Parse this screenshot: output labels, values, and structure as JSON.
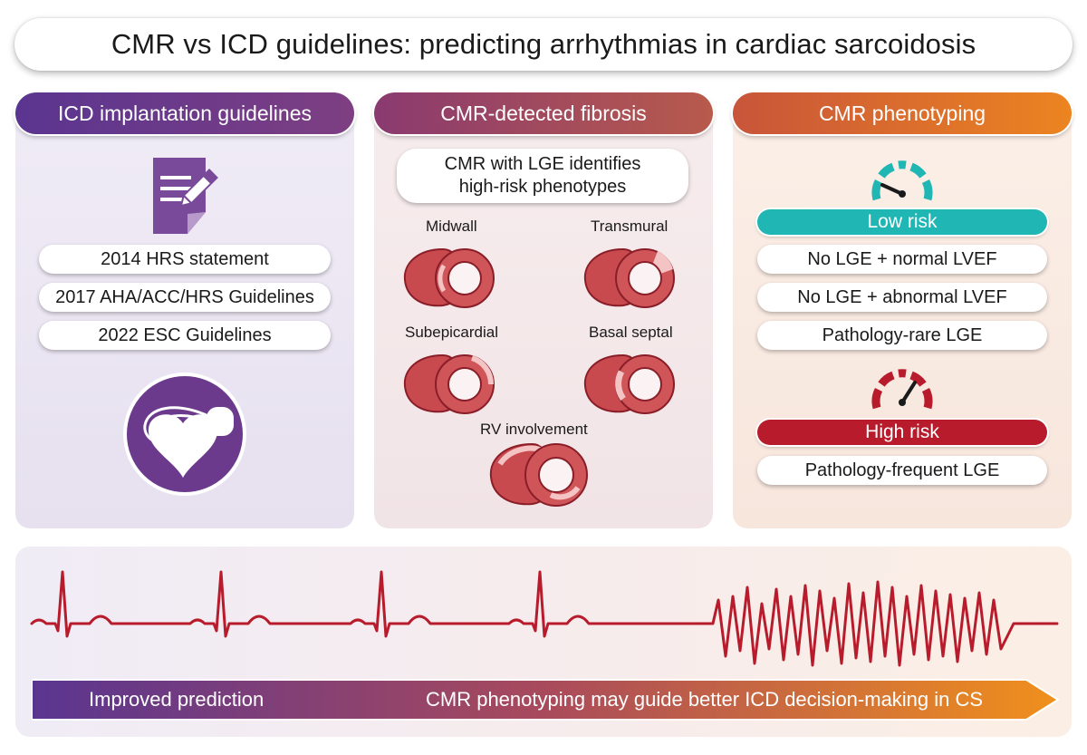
{
  "title": "CMR vs ICD guidelines: predicting arrhythmias in cardiac sarcoidosis",
  "panel_icd": {
    "header": "ICD implantation guidelines",
    "items": [
      "2014 HRS statement",
      "2017 AHA/ACC/HRS Guidelines",
      "2022 ESC Guidelines"
    ],
    "icons": [
      "document-pen-icon",
      "icd-device-heart-icon"
    ]
  },
  "panel_fibrosis": {
    "header": "CMR-detected fibrosis",
    "callout_line1": "CMR with LGE identifies",
    "callout_line2": "high-risk phenotypes",
    "phenotypes": [
      "Midwall",
      "Transmural",
      "Subepicardial",
      "Basal septal",
      "RV involvement"
    ]
  },
  "panel_phenotyping": {
    "header": "CMR phenotyping",
    "low_risk": {
      "label": "Low risk",
      "items": [
        "No LGE + normal LVEF",
        "No LGE + abnormal LVEF",
        "Pathology-rare LGE"
      ],
      "color": "#1fb6b4",
      "icon": "gauge-low-icon"
    },
    "high_risk": {
      "label": "High risk",
      "items": [
        "Pathology-frequent LGE"
      ],
      "color": "#b81c2c",
      "icon": "gauge-high-icon"
    }
  },
  "bottom": {
    "left_text": "Improved prediction",
    "right_text": "CMR phenotyping may guide better ICD decision-making in CS",
    "ecg_color": "#b81c2c"
  }
}
